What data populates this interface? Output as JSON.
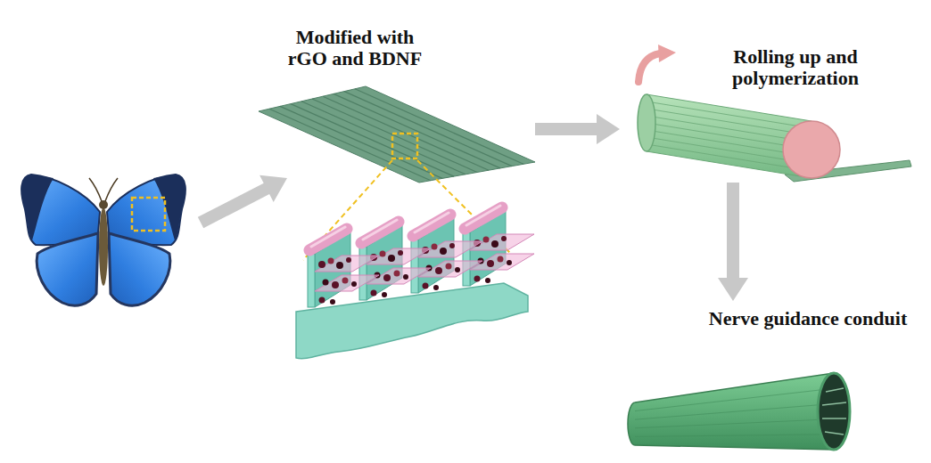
{
  "diagram": {
    "nodes": [
      {
        "text": [
          "Modified with rGO and BDNF"
        ]
      },
      {
        "text": [
          "Rolling up and polymerization"
        ]
      },
      {
        "text": [
          "Nerve guidance conduit"
        ]
      }
    ],
    "edges": [
      {
        "from": 0,
        "to": 1,
        "arrow": "to"
      },
      {
        "from": 1,
        "to": 2,
        "arrow": "to"
      }
    ]
  }
}
